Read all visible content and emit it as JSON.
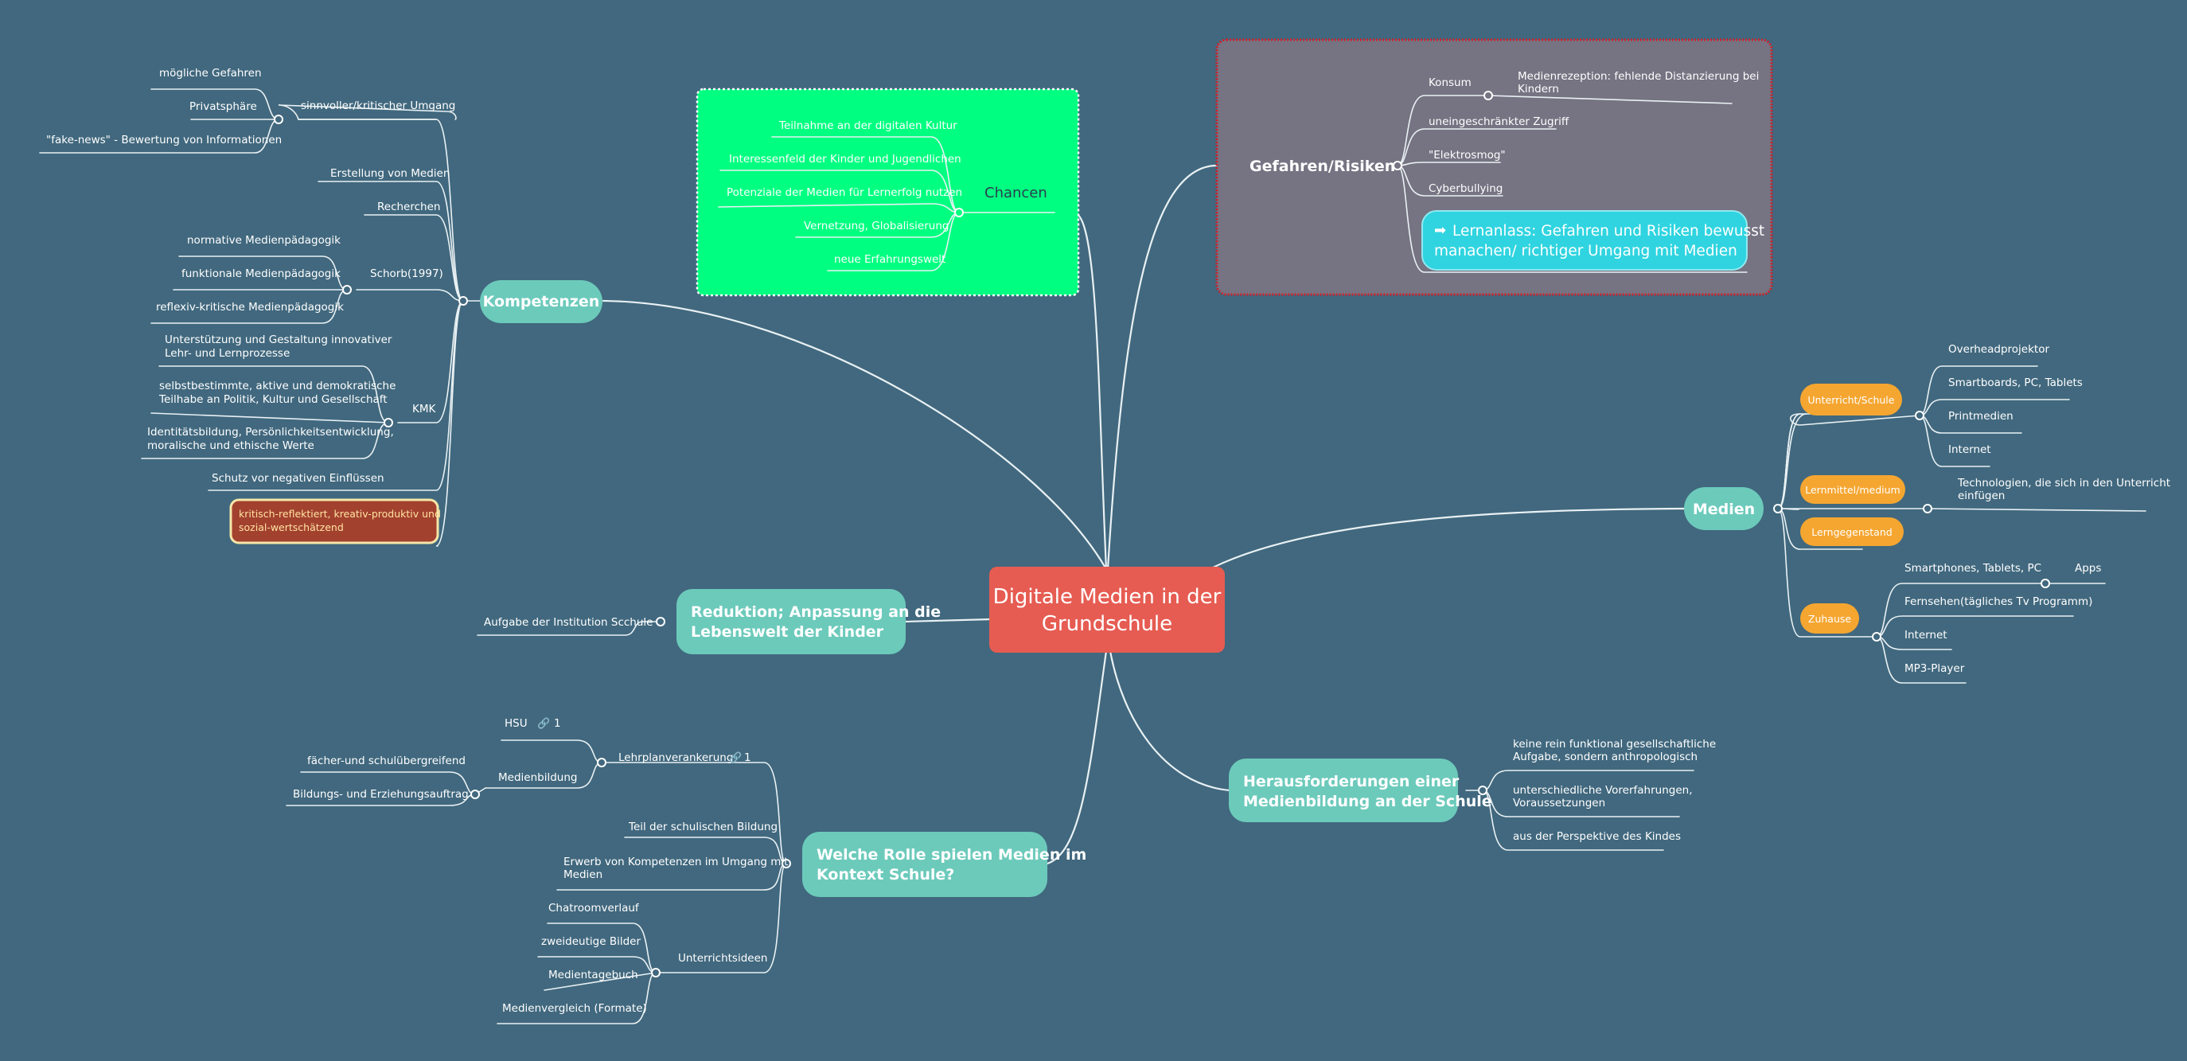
{
  "colors": {
    "background": "#41687e",
    "central": "#e65c52",
    "main_topic": "#6ccabb",
    "orange_tag": "#f5a631",
    "risk_box": "#767382",
    "risk_border": "#d0212b",
    "chancen_box": "#00ff80",
    "callout": "#2fd4e0",
    "critical_tag": "#a3412f"
  },
  "central": {
    "line1": "Digitale Medien in der",
    "line2": "Grundschule"
  },
  "kompetenzen": {
    "title": "Kompetenzen",
    "sinnvoll": {
      "label": "sinnvoller/kritischer Umgang",
      "items": [
        "mögliche Gefahren",
        "Privatsphäre",
        "\"fake-news\" - Bewertung von Informationen"
      ]
    },
    "erstellung": "Erstellung von Medien",
    "recherchen": "Recherchen",
    "schorb": {
      "label": "Schorb(1997)",
      "items": [
        "normative Medienpädagogik",
        "funktionale Medienpädagogik",
        "reflexiv-kritische Medienpädagogik"
      ]
    },
    "kmk": {
      "label": "KMK",
      "items": [
        {
          "l1": "Unterstützung und Gestaltung innovativer",
          "l2": "Lehr- und Lernprozesse"
        },
        {
          "l1": "selbstbestimmte, aktive und demokratische",
          "l2": "Teilhabe an Politik, Kultur und Gesellschaft"
        },
        {
          "l1": "Identitätsbildung, Persönlichkeitsentwicklung,",
          "l2": "moralische und ethische Werte"
        }
      ]
    },
    "schutz": "Schutz vor negativen Einflüssen",
    "critical_tag": {
      "l1": "kritisch-reflektiert,  kreativ-produktiv und",
      "l2": "sozial-wertschätzend"
    }
  },
  "chancen": {
    "title": "Chancen",
    "items": [
      "Teilnahme an der digitalen Kultur",
      "Interessenfeld der Kinder und Jugendlichen",
      "Potenziale der Medien für Lernerfolg nutzen",
      "Vernetzung, Globalisierung",
      "neue Erfahrungswelt"
    ]
  },
  "gefahren": {
    "title": "Gefahren/Risiken",
    "konsum": "Konsum",
    "medienrezeption": {
      "l1": "Medienrezeption: fehlende Distanzierung bei",
      "l2": "Kindern"
    },
    "items": [
      "uneingeschränkter Zugriff",
      "\"Elektrosmog\"",
      "Cyberbullying"
    ],
    "callout": {
      "icon": "➡",
      "l1": "Lernanlass: Gefahren und Risiken bewusst",
      "l2": "manachen/ richtiger Umgang mit Medien"
    }
  },
  "medien": {
    "title": "Medien",
    "unterricht": {
      "label": "Unterricht/Schule",
      "items": [
        "Overheadprojektor",
        "Smartboards, PC, Tablets",
        "Printmedien",
        "Internet"
      ]
    },
    "lernmittel": {
      "label": "Lernmittel/medium",
      "l1": "Technologien, die sich in den Unterricht",
      "l2": "einfügen"
    },
    "lerngegenstand": "Lerngegenstand",
    "zuhause": {
      "label": "Zuhause",
      "smartphones": "Smartphones, Tablets, PC",
      "apps": "Apps",
      "items": [
        "Fernsehen(tägliches Tv Programm)",
        "Internet",
        "MP3-Player"
      ]
    }
  },
  "reduktion": {
    "l1": "Reduktion; Anpassung an die",
    "l2": "Lebenswelt der Kinder",
    "child": "Aufgabe der Institution Scchule"
  },
  "herausforderungen": {
    "l1": "Herausforderungen einer",
    "l2": "Medienbildung an der Schule",
    "items": [
      {
        "l1": "keine rein funktional gesellschaftliche",
        "l2": "Aufgabe, sondern anthropologisch"
      },
      {
        "l1": "unterschiedliche Vorerfahrungen,",
        "l2": "Voraussetzungen"
      },
      {
        "l1": "aus der Perspektive des Kindes",
        "l2": ""
      }
    ]
  },
  "rolle": {
    "l1": "Welche Rolle spielen Medien im",
    "l2": "Kontext Schule?",
    "lehrplan": {
      "label": "Lehrplanverankerung",
      "link_count": "1"
    },
    "hsu": {
      "label": "HSU",
      "link_count": "1"
    },
    "medienbildung": {
      "label": "Medienbildung",
      "items": [
        "fächer-und schulübergreifend",
        "Bildungs- und Erziehungsauftrag"
      ]
    },
    "teil": "Teil der schulischen Bildung",
    "erwerb": {
      "l1": "Erwerb von Kompetenzen im Umgang mit",
      "l2": "Medien"
    },
    "unterrichtsideen": {
      "label": "Unterrichtsideen",
      "items": [
        "Chatroomverlauf",
        "zweideutige Bilder",
        "Medientagebuch",
        "Medienvergleich (Formate)"
      ]
    }
  }
}
